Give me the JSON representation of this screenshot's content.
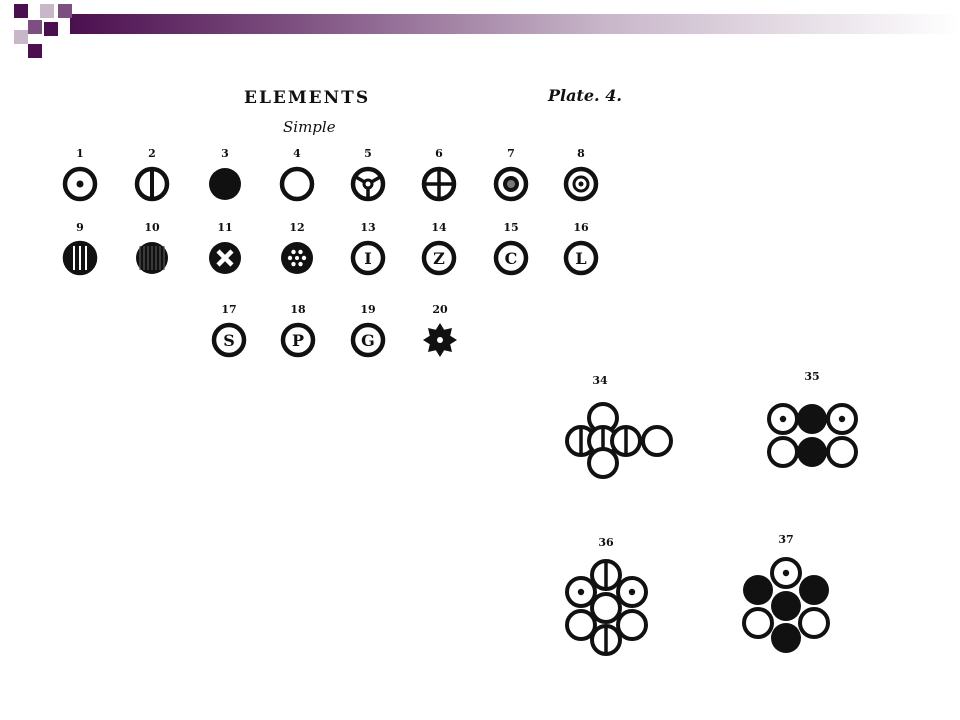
{
  "slide": {
    "accent_dark": "#4b0f4f",
    "accent_mid": "#7d4f80",
    "accent_light": "#c8b6c9"
  },
  "plate": {
    "title": "ELEMENTS",
    "subtitle": "Simple",
    "plate_label": "Plate. 4.",
    "simple_elements": [
      {
        "num": "1",
        "symbol": "dot"
      },
      {
        "num": "2",
        "symbol": "vertical-line"
      },
      {
        "num": "3",
        "symbol": "solid"
      },
      {
        "num": "4",
        "symbol": "empty"
      },
      {
        "num": "5",
        "symbol": "y-spokes"
      },
      {
        "num": "6",
        "symbol": "cross"
      },
      {
        "num": "7",
        "symbol": "ring-dot"
      },
      {
        "num": "8",
        "symbol": "ring-small-dot"
      },
      {
        "num": "9",
        "symbol": "three-lines"
      },
      {
        "num": "10",
        "symbol": "hatched"
      },
      {
        "num": "11",
        "symbol": "white-cross"
      },
      {
        "num": "12",
        "symbol": "star-dots"
      },
      {
        "num": "13",
        "symbol": "letter",
        "letter": "I"
      },
      {
        "num": "14",
        "symbol": "letter",
        "letter": "Z"
      },
      {
        "num": "15",
        "symbol": "letter",
        "letter": "C"
      },
      {
        "num": "16",
        "symbol": "letter",
        "letter": "L"
      },
      {
        "num": "17",
        "symbol": "letter",
        "letter": "S"
      },
      {
        "num": "18",
        "symbol": "letter",
        "letter": "P"
      },
      {
        "num": "19",
        "symbol": "letter",
        "letter": "G"
      },
      {
        "num": "20",
        "symbol": "star-burst"
      }
    ],
    "compounds": [
      {
        "num": "34"
      },
      {
        "num": "35"
      },
      {
        "num": "36"
      },
      {
        "num": "37"
      }
    ]
  }
}
